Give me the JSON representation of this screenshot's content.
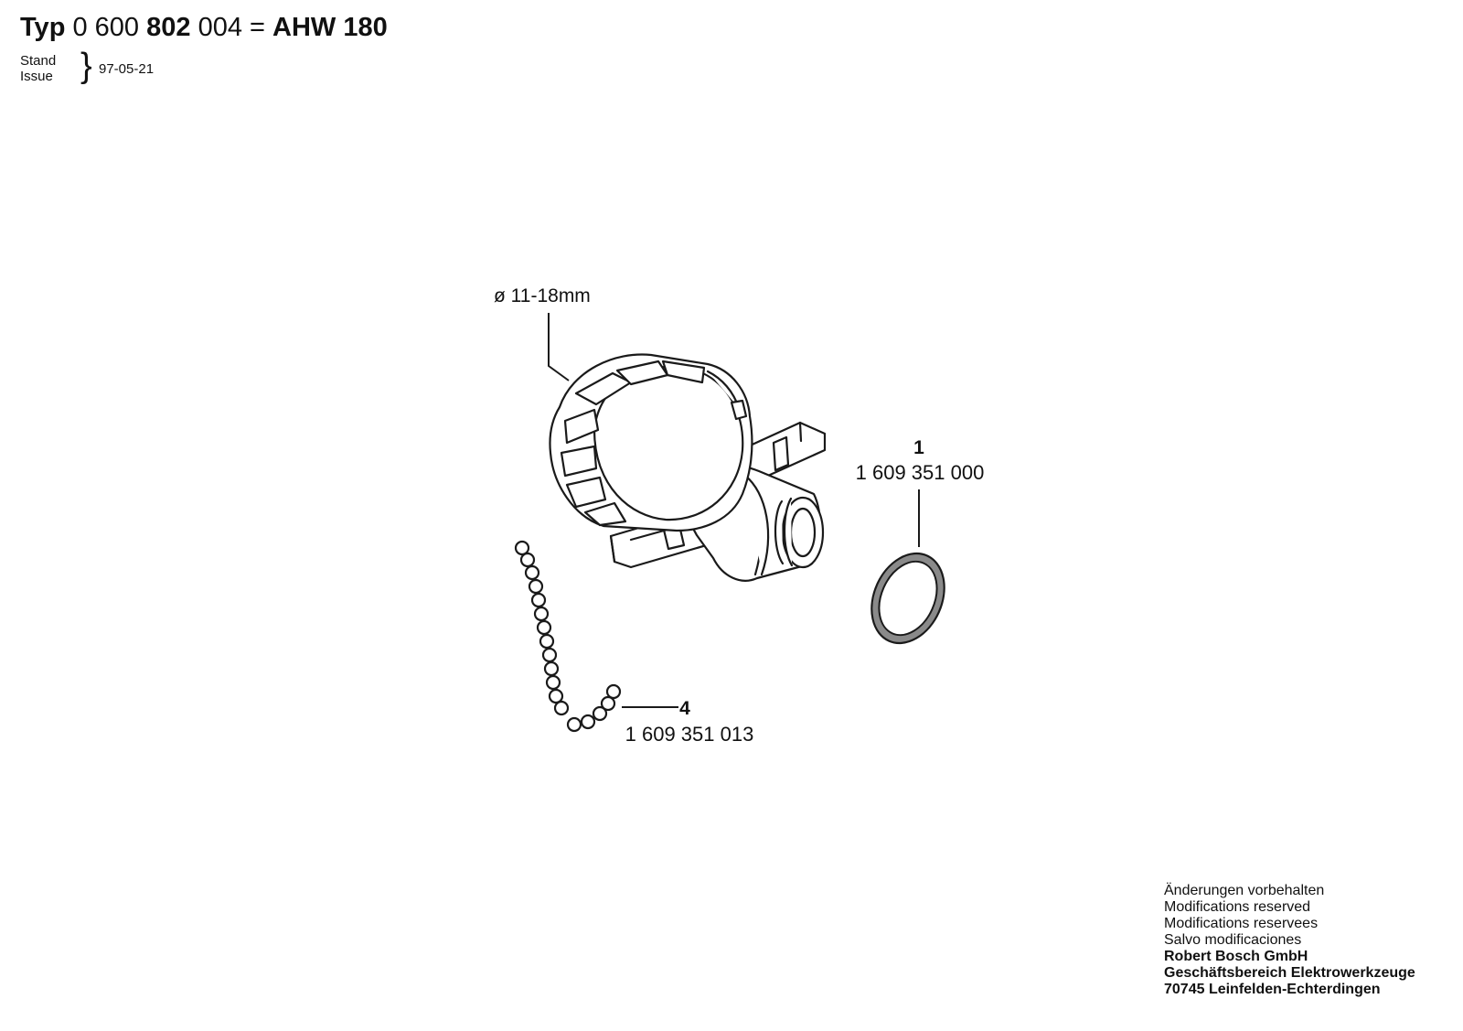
{
  "header": {
    "typ_label": "Typ",
    "num_part1": "0 600",
    "num_part2": "802",
    "num_part3": "004 =",
    "model": "AHW 180"
  },
  "issue": {
    "stand_label": "Stand",
    "issue_label": "Issue",
    "date": "97-05-21"
  },
  "diagram": {
    "diameter_label": "ø 11-18mm",
    "parts": [
      {
        "position": "1",
        "part_number": "1 609 351 000"
      },
      {
        "position": "4",
        "part_number": "1 609 351 013"
      }
    ]
  },
  "footer": {
    "lines": [
      "Änderungen vorbehalten",
      "Modifications reserved",
      "Modifications reservees",
      "Salvo modificaciones"
    ],
    "company_lines": [
      "Robert Bosch GmbH",
      "Geschäftsbereich Elektrowerkzeuge",
      "70745 Leinfelden-Echterdingen"
    ]
  }
}
